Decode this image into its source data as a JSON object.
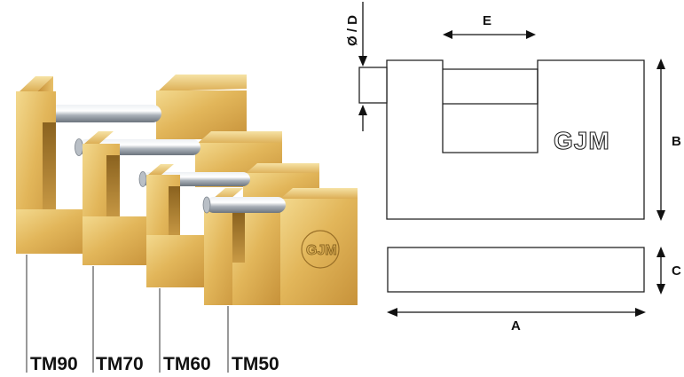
{
  "products": {
    "models": [
      {
        "name": "TM90",
        "label": "TM90"
      },
      {
        "name": "TM70",
        "label": "TM70"
      },
      {
        "name": "TM60",
        "label": "TM60"
      },
      {
        "name": "TM50",
        "label": "TM50"
      }
    ],
    "engraved_brand": "GJM",
    "colors": {
      "brass_light": "#f0cf7a",
      "brass_mid": "#d9a845",
      "brass_dark": "#a87a2a",
      "shackle": "#c8cdd3",
      "line": "#222222"
    }
  },
  "diagram": {
    "brand": "GJM",
    "dimensions": {
      "diameter": "Ø / D",
      "shackle_width": "E",
      "height": "B",
      "depth": "C",
      "width": "A"
    }
  }
}
